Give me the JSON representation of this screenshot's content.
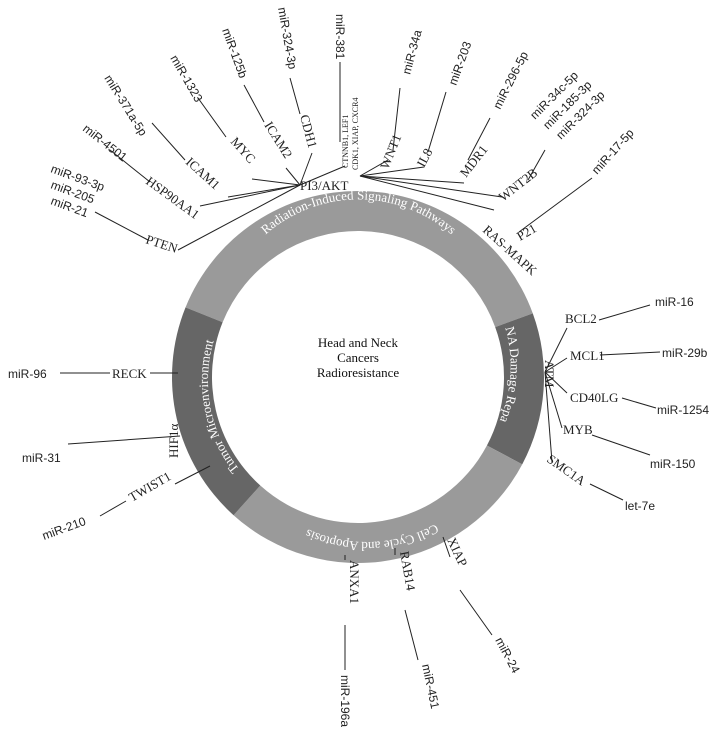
{
  "center": {
    "line1": "Head and Neck",
    "line2": "Cancers",
    "line3": "Radioresistance"
  },
  "segments": {
    "radiation": "Radiation-Induced Signaling Pathways",
    "dna": "DNA Damage Repair",
    "cellcycle": "Cell Cycle and Apoptosis",
    "tumor": "Tumor Microenvironment"
  },
  "colors": {
    "light_segment": "#9a9a9a",
    "dark_segment": "#666666"
  },
  "genes": {
    "pi3k": "PI3/AKT",
    "rasmapk": "RAS-MAPK",
    "pten": "PTEN",
    "hsp90": "HSP90AA1",
    "icam1": "ICAM1",
    "myc": "MYC",
    "icam2": "ICAM2",
    "cdh1": "CDH1",
    "wnt1": "WNT1",
    "il8": "IL8",
    "mdr1": "MDR1",
    "wnt2b": "WNT2B",
    "p21": "P21",
    "atm": "ATM",
    "bcl2": "BCL2",
    "mcl1": "MCL1",
    "cd40lg": "CD40LG",
    "myb": "MYB",
    "smc1a": "SMC1A",
    "xiap": "XIAP",
    "rab14": "RAB14",
    "anxa1": "ANXA1",
    "hif1a": "HIF1α",
    "twist1": "TWIST1",
    "reck": "RECK",
    "ctnnb1": "CTNNB1, LEF1",
    "cdk1": "CDK1, XIAP, CXCR4"
  },
  "mirnas": {
    "m93": "miR-93-3p",
    "m205": "miR-205",
    "m21": "miR-21",
    "m4501": "miR-4501",
    "m371": "miR-371a-5p",
    "m1323": "miR-1323",
    "m125b": "miR-125b",
    "m324": "miR-324-3p",
    "m381": "miR-381",
    "m34a": "miR-34a",
    "m203": "miR-203",
    "m296": "miR-296-5p",
    "m34c": "miR-34c-5p",
    "m185": "miR-185-3p",
    "m324b": "miR-324-3p",
    "m17": "miR-17-5p",
    "m16": "miR-16",
    "m29b": "miR-29b",
    "m1254": "miR-1254",
    "m150": "miR-150",
    "let7e": "let-7e",
    "m24": "miR-24",
    "m451": "miR-451",
    "m196a": "miR-196a",
    "m96": "miR-96",
    "m31": "miR-31",
    "m210": "miR-210"
  }
}
